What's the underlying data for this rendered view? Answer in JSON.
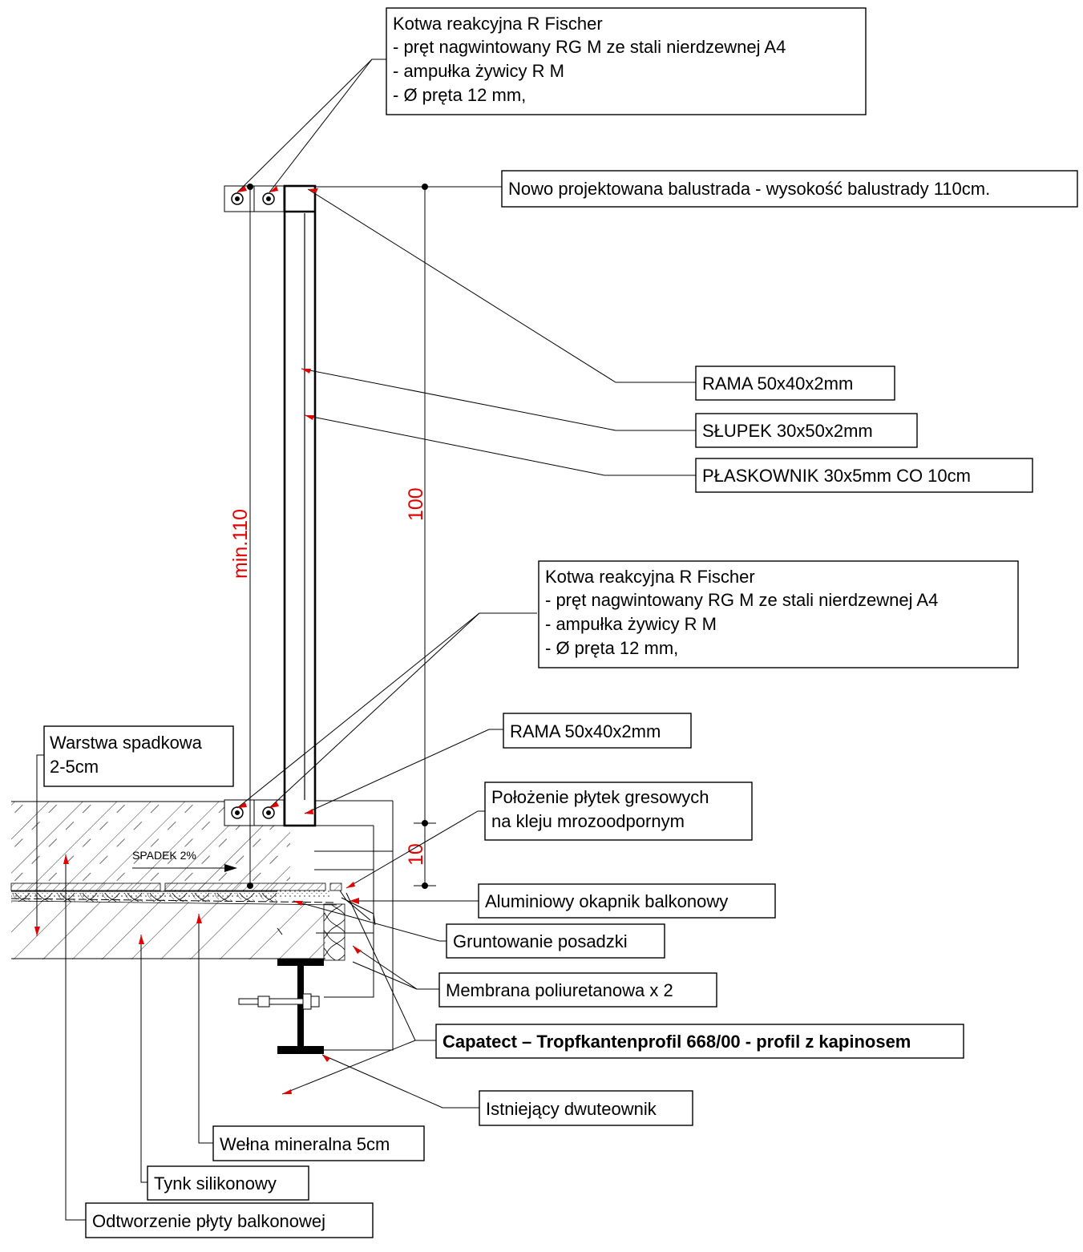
{
  "colors": {
    "line": "#000000",
    "dimension": "#e00000",
    "background": "#ffffff"
  },
  "anchor_top": {
    "title": "Kotwa reakcyjna R Fischer",
    "line1": "- pręt nagwintowany RG M ze stali nierdzewnej A4",
    "line2": "- ampułka żywicy R M",
    "line3": "- Ø pręta 12 mm,"
  },
  "anchor_bottom": {
    "title": "Kotwa reakcyjna R Fischer",
    "line1": "- pręt nagwintowany RG M ze stali nierdzewnej A4",
    "line2": "- ampułka żywicy R M",
    "line3": "- Ø pręta 12 mm,"
  },
  "labels": {
    "balustrade": "Nowo projektowana balustrada - wysokość balustrady 110cm.",
    "frame_top": "RAMA 50x40x2mm",
    "post": "SŁUPEK 30x50x2mm",
    "flat_bar": "PŁASKOWNIK 30x5mm CO 10cm",
    "frame_bottom": "RAMA 50x40x2mm",
    "slope_layer_1": "Warstwa spadkowa",
    "slope_layer_2": "2-5cm",
    "tiles_1": "Położenie płytek gresowych",
    "tiles_2": "na kleju mrozoodpornym",
    "drip": "Aluminiowy okapnik balkonowy",
    "primer": "Gruntowanie posadzki",
    "membrane": "Membrana poliuretanowa x 2",
    "capatect": "Capatect – Tropfkantenprofil 668/00 - profil z kapinosem",
    "ibeam": "Istniejący dwuteownik",
    "wool": "Wełna mineralna 5cm",
    "plaster": "Tynk silikonowy",
    "slab": "Odtworzenie płyty balkonowej",
    "slope": "SPADEK 2%"
  },
  "dimensions": {
    "min_height": "min.110",
    "height_100": "100",
    "height_10": "10"
  }
}
